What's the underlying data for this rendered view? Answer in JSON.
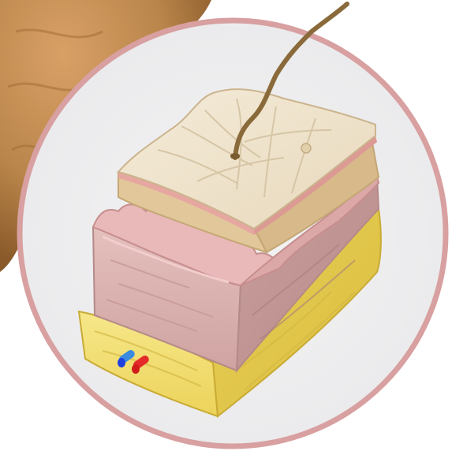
{
  "illustration": {
    "subject": "skin-cross-section-magnified",
    "layers": [
      {
        "name": "epidermis-surface",
        "color": "#efe3cf"
      },
      {
        "name": "epidermis-basal",
        "color": "#e6a7a1"
      },
      {
        "name": "upper-dermis",
        "color": "#e2c79a"
      },
      {
        "name": "dermis",
        "color": "#d9b2b0"
      },
      {
        "name": "hypodermis",
        "color": "#f0dc6a"
      }
    ],
    "vessels": [
      {
        "name": "vein",
        "color": "#1f3fe0"
      },
      {
        "name": "artery",
        "color": "#e52a2a"
      }
    ],
    "hair_color": "#8a6a3a",
    "magnifier_ring_color": "#d8a0a0",
    "background_tissue_color": "#b9854a"
  }
}
